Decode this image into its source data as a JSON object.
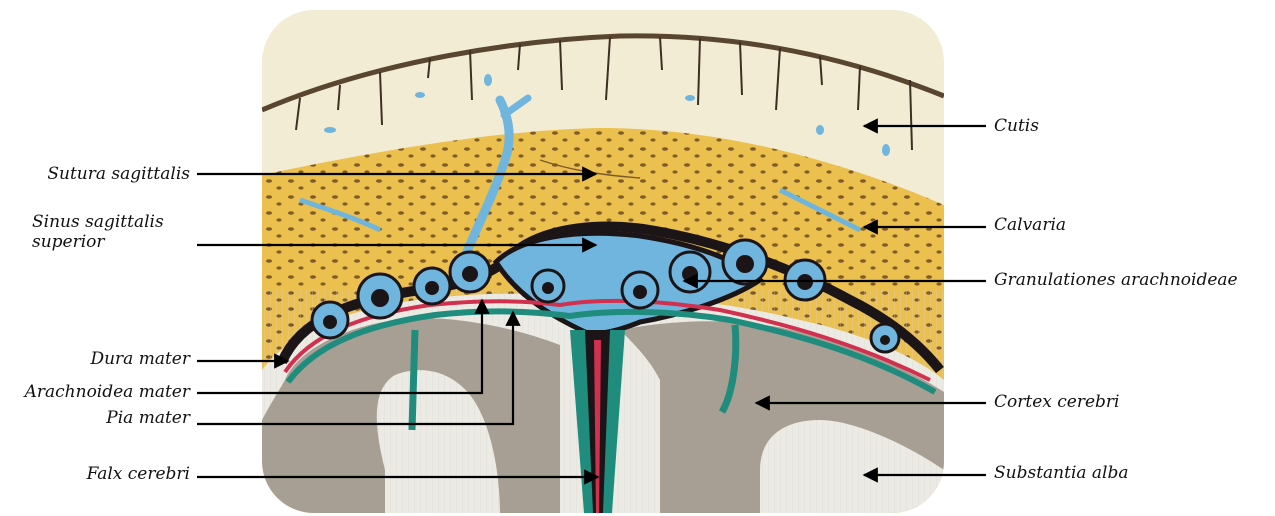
{
  "colors": {
    "skin": "#f3ecd4",
    "bone": "#ecc04f",
    "venous_blue": "#6fb5dd",
    "dura": "#1c1518",
    "arachnoid": "#d2304f",
    "pia": "#1f8c7e",
    "cortex_grey": "#9c9387",
    "white_matter": "#eceae4",
    "arrow": "#000000"
  },
  "labels": {
    "left": [
      {
        "name": "sutura-sagittalis",
        "text": "Sutura sagittalis"
      },
      {
        "name": "sinus-sagittalis-superior",
        "text": "Sinus sagittalis\nsuperior"
      },
      {
        "name": "dura-mater",
        "text": "Dura mater"
      },
      {
        "name": "arachnoidea-mater",
        "text": "Arachnoidea mater"
      },
      {
        "name": "pia-mater",
        "text": "Pia mater"
      },
      {
        "name": "falx-cerebri",
        "text": "Falx cerebri"
      }
    ],
    "right": [
      {
        "name": "cutis",
        "text": "Cutis"
      },
      {
        "name": "calvaria",
        "text": "Calvaria"
      },
      {
        "name": "granulationes-arachnoideae",
        "text": "Granulationes arachnoideae"
      },
      {
        "name": "cortex-cerebri",
        "text": "Cortex cerebri"
      },
      {
        "name": "substantia-alba",
        "text": "Substantia alba"
      }
    ]
  }
}
